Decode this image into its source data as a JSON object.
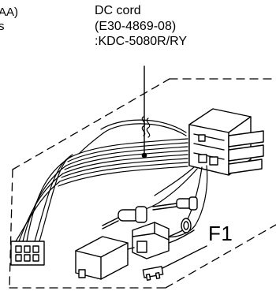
{
  "labels": {
    "left_line1": "AA)",
    "left_line2": "s",
    "cord_line1": "DC cord",
    "cord_line2": "(E30-4869-08)",
    "cord_line3": ":KDC-5080R/RY",
    "fuse_tag": "F1"
  },
  "colors": {
    "ink": "#000000",
    "background": "#ffffff"
  }
}
